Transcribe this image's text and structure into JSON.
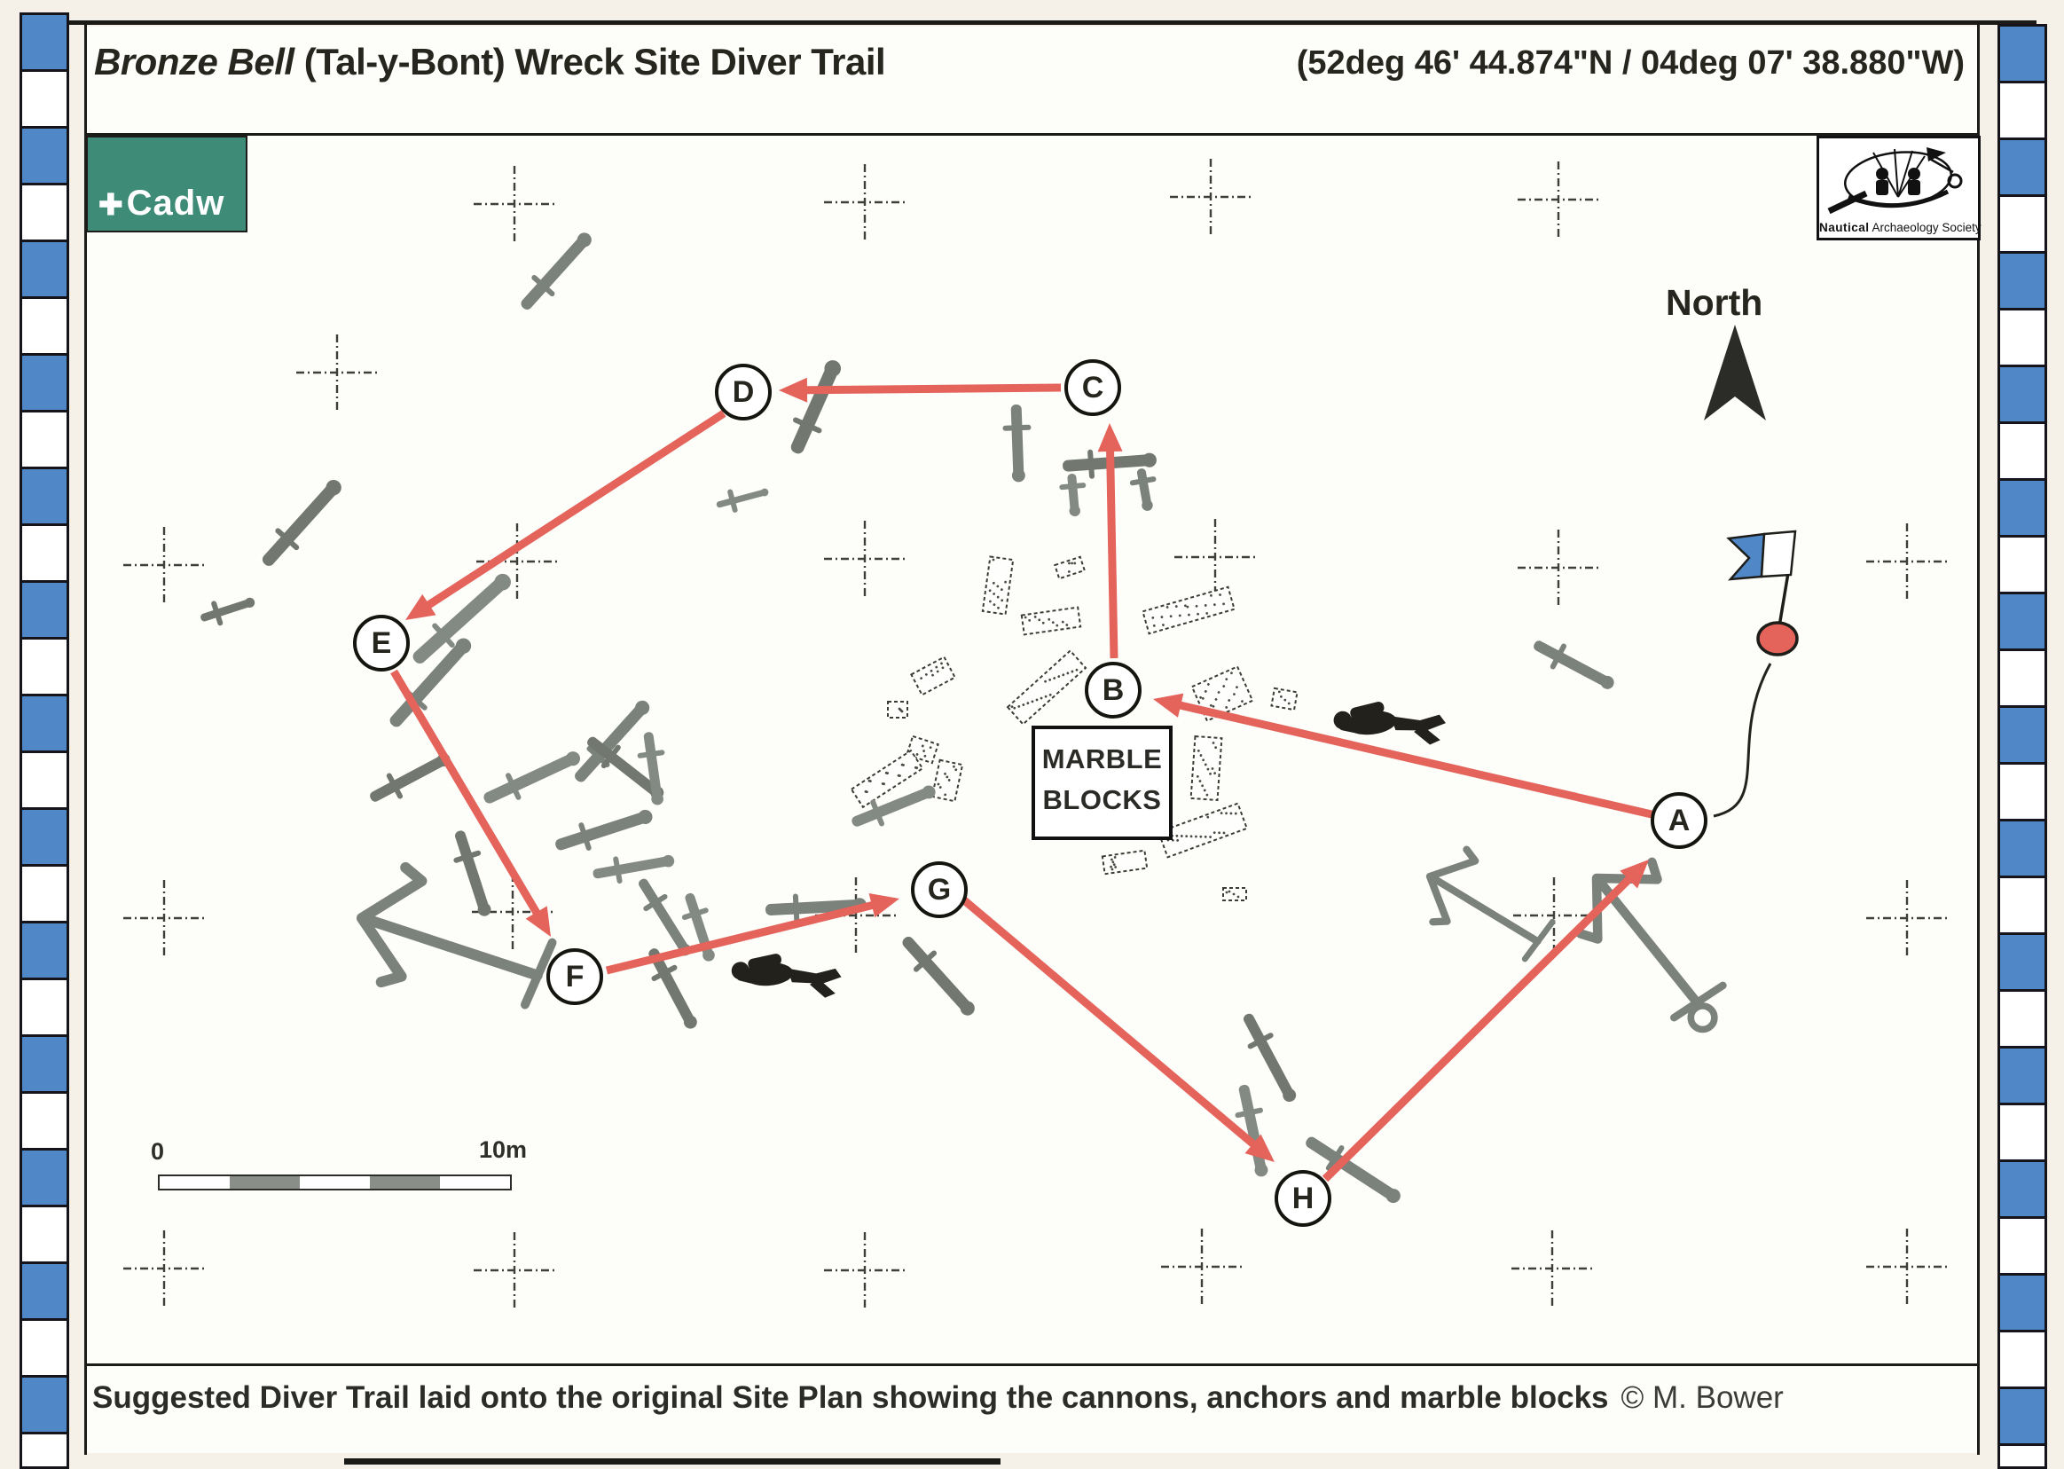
{
  "header": {
    "title_italic": "Bronze Bell",
    "title_rest": " (Tal-y-Bont) Wreck Site Diver Trail",
    "coordinates": "(52deg 46' 44.874\"N / 04deg 07' 38.880\"W)"
  },
  "logos": {
    "cadw": {
      "cross_icon": "✚",
      "label": "Cadw"
    },
    "nas": {
      "name_bold": "Nautical",
      "name_rest": " Archaeology Society"
    }
  },
  "compass": {
    "label": "North"
  },
  "trail": {
    "points": [
      "A",
      "B",
      "C",
      "D",
      "E",
      "F",
      "G",
      "H"
    ]
  },
  "labels": {
    "marble_line1": "MARBLE",
    "marble_line2": "BLOCKS"
  },
  "scale_bar": {
    "start_label": "0",
    "end_label": "10m"
  },
  "caption": {
    "text": "Suggested Diver Trail laid onto the original Site Plan showing the cannons, anchors and marble blocks",
    "credit": "© M. Bower"
  },
  "colors": {
    "accent_red": "#e4635a",
    "checker_blue": "#4f87c7",
    "cadw_teal": "#3e8b78",
    "feature_gray": "#7b817b"
  }
}
